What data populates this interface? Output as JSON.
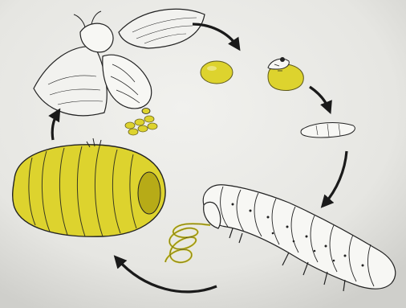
{
  "diagram": {
    "stages": [
      {
        "id": "moth",
        "icon": "silk-moth-icon"
      },
      {
        "id": "eggs",
        "icon": "egg-icon"
      },
      {
        "id": "hatching",
        "icon": "hatching-larva-icon"
      },
      {
        "id": "young-larva",
        "icon": "young-larva-icon"
      },
      {
        "id": "caterpillar",
        "icon": "silkworm-icon"
      },
      {
        "id": "silk-thread",
        "icon": "silk-thread-icon"
      },
      {
        "id": "cocoon",
        "icon": "cocoon-icon"
      }
    ],
    "colors": {
      "paper": "#ebebe7",
      "yellow": "#ddd32e",
      "ink": "#222222"
    }
  }
}
